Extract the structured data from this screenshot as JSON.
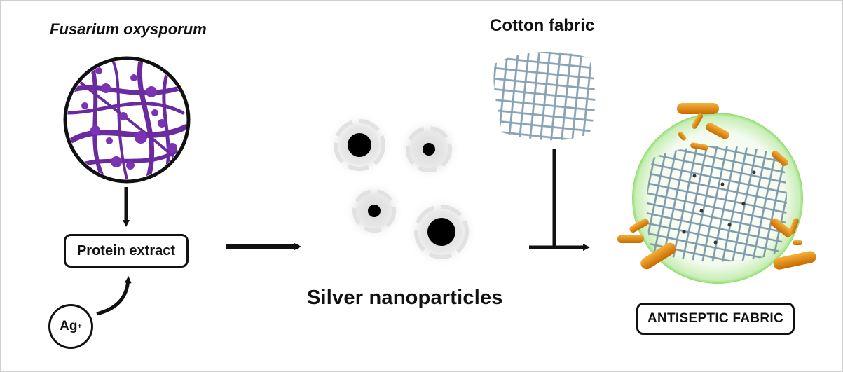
{
  "diagram": {
    "fungus_label": "Fusarium oxysporum",
    "protein_label": "Protein extract",
    "ion_label": "Ag",
    "ion_charge": "+",
    "nanoparticles_label": "Silver nanoparticles",
    "fabric_label": "Cotton fabric",
    "result_label": "ANTISEPTIC FABRIC"
  },
  "colors": {
    "fungus": "#6a2aa0",
    "fabric": "#8aa3b2",
    "bacteria": "#e08a10",
    "halo": "#9ee07a",
    "particle": "#000000"
  }
}
